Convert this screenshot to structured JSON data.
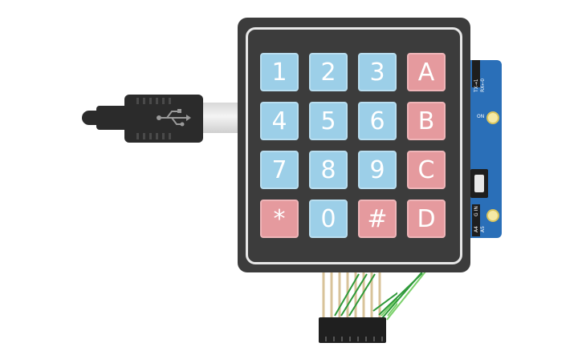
{
  "keypad": {
    "keys": [
      [
        "1",
        "2",
        "3",
        "A"
      ],
      [
        "4",
        "5",
        "6",
        "B"
      ],
      [
        "7",
        "8",
        "9",
        "C"
      ],
      [
        "*",
        "0",
        "#",
        "D"
      ]
    ],
    "letter_keys": [
      "A",
      "B",
      "C",
      "D",
      "*",
      "#"
    ],
    "colors": {
      "body": "#3c3c3c",
      "digit_key": "#9ccfe8",
      "letter_key": "#e59a9e",
      "border": "#e8e8e8"
    }
  },
  "board": {
    "labels": {
      "tx": "TX→1",
      "rx": "RX←0",
      "on": "ON",
      "gnd": "G IN",
      "a4": "A4",
      "a5": "A5"
    },
    "color": "#2a6fb8"
  },
  "usb": {
    "icon": "usb-icon",
    "cable_color": "#2b2b2b"
  },
  "wires": {
    "colors": [
      "#d8c39a",
      "#2f9a3a",
      "#7ad06a"
    ]
  }
}
